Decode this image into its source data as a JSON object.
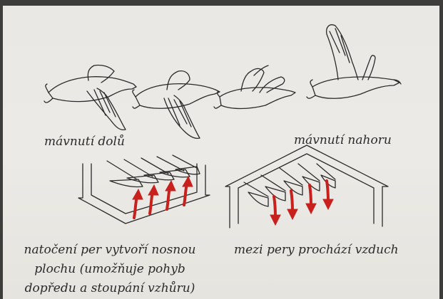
{
  "captions": {
    "downstroke": "mávnutí dolů",
    "upstroke": "mávnutí nahoru",
    "left": [
      "natočení per vytvoří nosnou",
      "plochu (umožňuje pohyb",
      "dopředu a stoupání vzhůru)"
    ],
    "right": "mezi pery prochází vzduch"
  },
  "colors": {
    "ink": "#2a2a2a",
    "arrow": "#c8201c",
    "paper": "#eae9e5"
  }
}
